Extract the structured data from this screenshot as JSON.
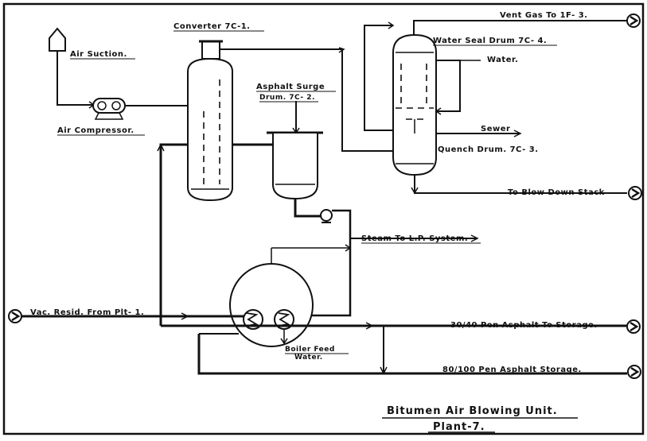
{
  "diagram": {
    "title": "Bitumen Air Blowing Unit.",
    "subtitle": "Plant-7.",
    "labels": {
      "air_suction": "Air Suction.",
      "air_compressor": "Air Compressor.",
      "converter": "Converter 7C-1.",
      "asphalt_surge_line1": "Asphalt Surge",
      "asphalt_surge_line2": "Drum. 7C- 2.",
      "vent_gas": "Vent Gas To 1F- 3.",
      "water_seal_drum": "Water Seal Drum 7C- 4.",
      "water": "Water.",
      "sewer": "Sewer",
      "quench_drum": "Quench Drum. 7C- 3.",
      "blow_down": "To Blow Down Stack",
      "steam": "Steam To L.P. System.",
      "vac_resid": "Vac. Resid. From Plt- 1.",
      "pen_30_40": "30/40 Pen Asphalt To Storage.",
      "pen_80_100": "80/100 Pen Asphalt Storage.",
      "boiler_feed_line1": "Boiler Feed",
      "boiler_feed_line2": "Water."
    }
  }
}
